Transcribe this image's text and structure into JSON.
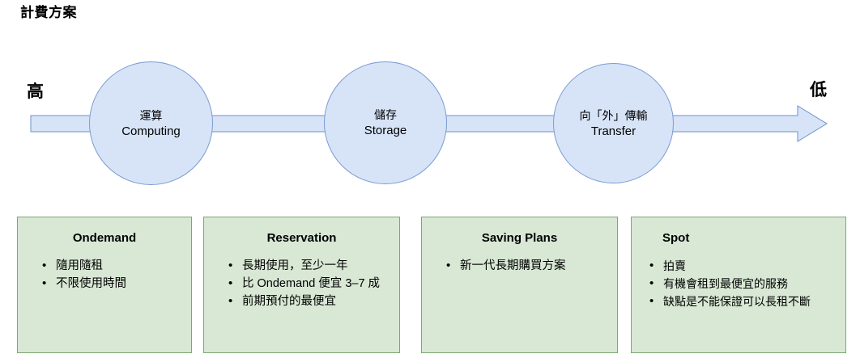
{
  "page": {
    "title": "計費方案"
  },
  "axis": {
    "left_label": "高",
    "right_label": "低",
    "direction": "left-to-right-arrow",
    "line_color": "#d7e4f7",
    "line_stroke": "#6f8fce"
  },
  "stages": [
    {
      "name": "computing",
      "cn": "運算",
      "en": "Computing"
    },
    {
      "name": "storage",
      "cn": "儲存",
      "en": "Storage"
    },
    {
      "name": "transfer",
      "cn": "向「外」傳輸",
      "en": "Transfer"
    }
  ],
  "plans": [
    {
      "name": "ondemand",
      "title": "Ondemand",
      "bullets": [
        "隨用隨租",
        "不限使用時間"
      ]
    },
    {
      "name": "reservation",
      "title": "Reservation",
      "bullets": [
        "長期使用，至少一年",
        "比 Ondemand 便宜 3–7 成",
        "前期預付的最便宜"
      ]
    },
    {
      "name": "saving-plans",
      "title": "Saving Plans",
      "bullets": [
        "新一代長期購買方案"
      ]
    },
    {
      "name": "spot",
      "title": "Spot",
      "bullets": [
        "拍賣",
        "有機會租到最便宜的服務",
        "缺點是不能保證可以長租不斷"
      ]
    }
  ],
  "colors": {
    "circle_fill": "#d7e4f7",
    "circle_stroke": "#7b9ad4",
    "box_fill": "#d8e8d5",
    "box_stroke": "#7aa96f",
    "text": "#000000"
  }
}
